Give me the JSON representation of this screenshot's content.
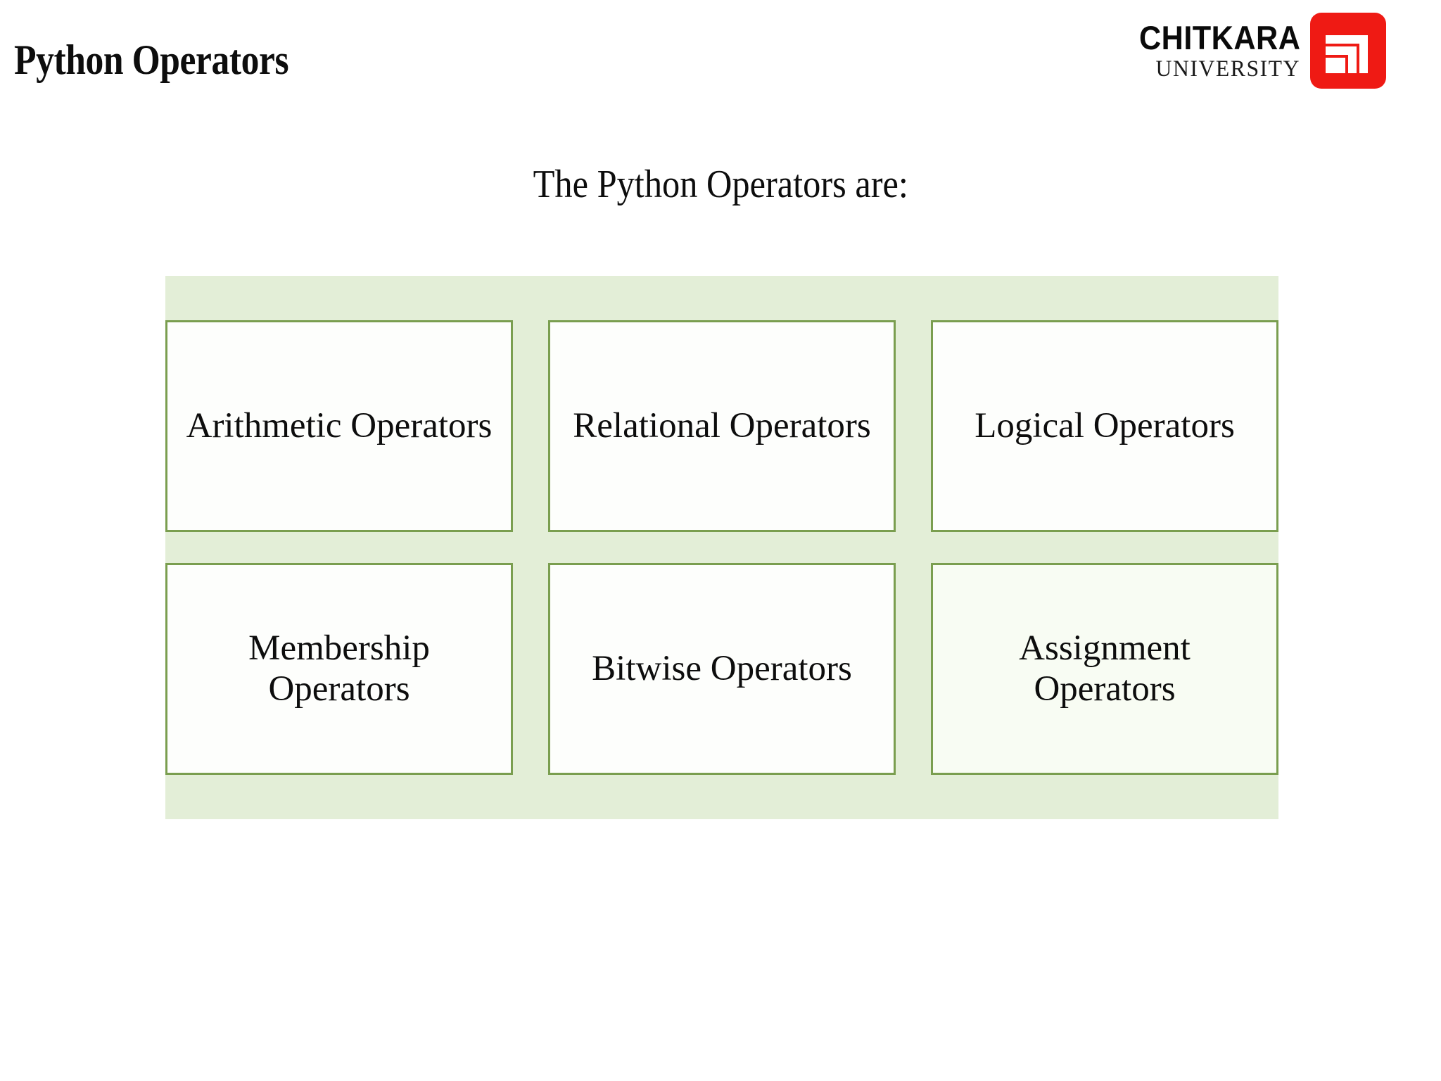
{
  "slide": {
    "title": "Python Operators",
    "subtitle": "The Python Operators are:"
  },
  "brand": {
    "name": "CHITKARA",
    "sub": "UNIVERSITY",
    "mark_icon": "chitkara-spiral-mark",
    "mark_color": "#ef1a14",
    "mark_inner_color": "#ffffff"
  },
  "diagram": {
    "band_color": "#e3eed7",
    "box_border_color": "#7a9e4f",
    "box_fill_color": "#fdfefc",
    "boxes": [
      {
        "label": "Arithmetic Operators",
        "tinted": false
      },
      {
        "label": "Relational Operators",
        "tinted": false
      },
      {
        "label": "Logical Operators",
        "tinted": false
      },
      {
        "label": "Membership Operators",
        "tinted": false
      },
      {
        "label": "Bitwise Operators",
        "tinted": false
      },
      {
        "label": "Assignment Operators",
        "tinted": true
      }
    ]
  }
}
